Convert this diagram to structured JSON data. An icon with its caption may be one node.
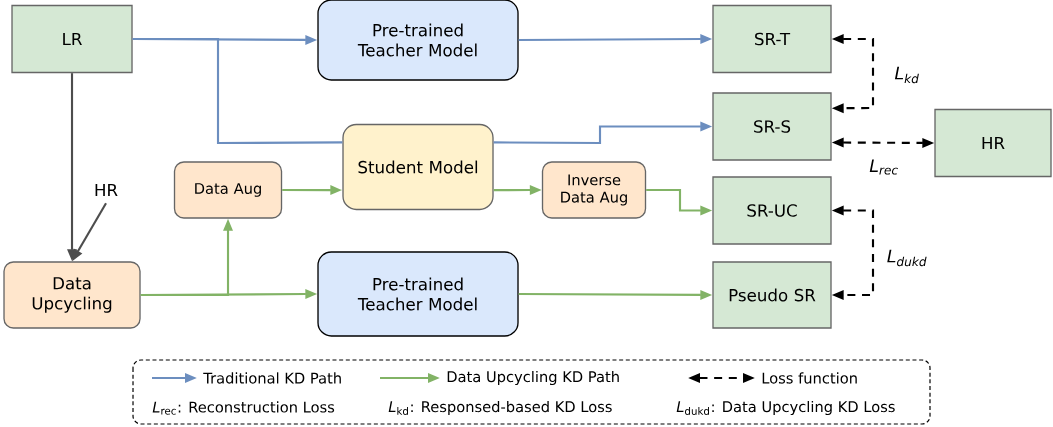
{
  "diagram": {
    "nodes": [
      {
        "text": [
          "LR"
        ]
      },
      {
        "text": [
          "Pre-trained Teacher Model"
        ]
      },
      {
        "text": [
          "SR-T"
        ]
      },
      {
        "text": [
          "SR-S"
        ]
      },
      {
        "text": [
          "HR"
        ]
      },
      {
        "text": [
          "Student Model"
        ]
      },
      {
        "text": [
          "Data Aug"
        ]
      },
      {
        "text": [
          "Inverse Data Aug"
        ]
      },
      {
        "text": [
          "SR-UC"
        ]
      },
      {
        "text": [
          "HR"
        ]
      },
      {
        "text": [
          "Data Upcycling"
        ]
      },
      {
        "text": [
          "Pre-trained Teacher Model"
        ]
      },
      {
        "text": [
          "Pseudo SR"
        ]
      }
    ],
    "edges": [
      {
        "from": 0,
        "to": 1,
        "arrow": "to",
        "color": "#6c8ebf"
      },
      {
        "from": 0,
        "to": 5,
        "arrow": "none",
        "color": "#6c8ebf"
      },
      {
        "from": 1,
        "to": 2,
        "arrow": "to",
        "color": "#6c8ebf"
      },
      {
        "from": 5,
        "to": 3,
        "arrow": "to",
        "color": "#6c8ebf"
      },
      {
        "from": 2,
        "to": 3,
        "arrow": "both",
        "style": "dashed",
        "color": "#000000",
        "label": "L$_{kd}$"
      },
      {
        "from": 3,
        "to": 4,
        "arrow": "both",
        "style": "dashed",
        "color": "#000000",
        "label": "L$_{rec}$"
      },
      {
        "from": 0,
        "to": 10,
        "arrow": "to",
        "color": "#4d4d4d"
      },
      {
        "from": 9,
        "to": 10,
        "arrow": "to",
        "color": "#4d4d4d"
      },
      {
        "from": 10,
        "to": 11,
        "arrow": "to",
        "color": "#82b366"
      },
      {
        "from": 10,
        "to": 6,
        "arrow": "to",
        "color": "#82b366"
      },
      {
        "from": 6,
        "to": 5,
        "arrow": "to",
        "color": "#82b366"
      },
      {
        "from": 5,
        "to": 7,
        "arrow": "to",
        "color": "#82b366"
      },
      {
        "from": 7,
        "to": 8,
        "arrow": "to",
        "color": "#82b366"
      },
      {
        "from": 11,
        "to": 12,
        "arrow": "to",
        "color": "#82b366"
      },
      {
        "from": 8,
        "to": 12,
        "arrow": "both",
        "style": "dashed",
        "color": "#000000",
        "label": "L$_{dukd}$"
      }
    ],
    "labels": [
      "*L*$_{rec}$: Reconstruction Loss",
      "*L*$_{kd}$: Responsed-based KD Loss",
      "*L*$_{dukd}$: Data Upcycling KD Loss"
    ],
    "legend": [
      {
        "text": "Traditional KD Path"
      },
      {
        "text": "Data Upcycling KD Path"
      },
      {
        "text": "Loss function"
      }
    ]
  }
}
